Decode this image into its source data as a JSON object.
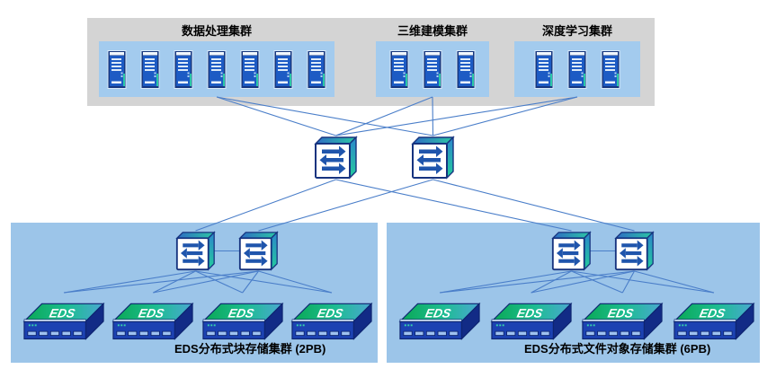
{
  "diagram": {
    "line_color": "#4a7ec9",
    "colors": {
      "top_bar_bg": "#d4d4d4",
      "cluster_box_bg": "#a3cbee",
      "panel_bg": "#9cc5e9",
      "switch_arrow": "#1f55ac",
      "teal_accent": "#2ac7a6",
      "server_blue": "#1d5bc4",
      "eds_green": "#0aa854",
      "eds_front_blue": "#1c42b2",
      "label_text": "#000000"
    }
  },
  "compute_bar": {
    "clusters": [
      {
        "id": "cluster-1",
        "label": "数据处理集群",
        "server_count": 7
      },
      {
        "id": "cluster-2",
        "label": "三维建模集群",
        "server_count": 3
      },
      {
        "id": "cluster-3",
        "label": "深度学习集群",
        "server_count": 3
      }
    ]
  },
  "core_switches": [
    {
      "id": "core-1"
    },
    {
      "id": "core-2"
    }
  ],
  "storage_panels": [
    {
      "id": "panel-left",
      "label": "EDS分布式块存储集群 (2PB)",
      "tor_switches": [
        "tor-l1",
        "tor-l2"
      ],
      "devices": [
        {
          "id": "eds-l1",
          "label": "EDS"
        },
        {
          "id": "eds-l2",
          "label": "EDS"
        },
        {
          "id": "eds-l3",
          "label": "EDS"
        },
        {
          "id": "eds-l4",
          "label": "EDS"
        }
      ]
    },
    {
      "id": "panel-right",
      "label": "EDS分布式文件对象存储集群 (6PB)",
      "tor_switches": [
        "tor-r1",
        "tor-r2"
      ],
      "devices": [
        {
          "id": "eds-r1",
          "label": "EDS"
        },
        {
          "id": "eds-r2",
          "label": "EDS"
        },
        {
          "id": "eds-r3",
          "label": "EDS"
        },
        {
          "id": "eds-r4",
          "label": "EDS"
        }
      ]
    }
  ],
  "connections": [
    {
      "from": "cluster-1",
      "fa": "bottom",
      "to": "core-1",
      "ta": "top"
    },
    {
      "from": "cluster-1",
      "fa": "bottom",
      "to": "core-2",
      "ta": "top"
    },
    {
      "from": "cluster-2",
      "fa": "bottom",
      "to": "core-1",
      "ta": "top"
    },
    {
      "from": "cluster-2",
      "fa": "bottom",
      "to": "core-2",
      "ta": "top"
    },
    {
      "from": "cluster-3",
      "fa": "bottom",
      "to": "core-1",
      "ta": "top"
    },
    {
      "from": "cluster-3",
      "fa": "bottom",
      "to": "core-2",
      "ta": "top"
    },
    {
      "from": "core-1",
      "fa": "bottom",
      "to": "tor-l1",
      "ta": "top"
    },
    {
      "from": "core-2",
      "fa": "bottom",
      "to": "tor-l2",
      "ta": "top"
    },
    {
      "from": "core-1",
      "fa": "bottom",
      "to": "tor-r1",
      "ta": "top"
    },
    {
      "from": "core-2",
      "fa": "bottom",
      "to": "tor-r2",
      "ta": "top"
    },
    {
      "from": "tor-l1",
      "fa": "center",
      "to": "tor-l2",
      "ta": "center"
    },
    {
      "from": "tor-r1",
      "fa": "center",
      "to": "tor-r2",
      "ta": "center"
    },
    {
      "from": "tor-l1",
      "fa": "bottom",
      "to": "eds-l1",
      "ta": "top"
    },
    {
      "from": "tor-l1",
      "fa": "bottom",
      "to": "eds-l2",
      "ta": "top"
    },
    {
      "from": "tor-l1",
      "fa": "bottom",
      "to": "eds-l3",
      "ta": "top"
    },
    {
      "from": "tor-l1",
      "fa": "bottom",
      "to": "eds-l4",
      "ta": "top"
    },
    {
      "from": "tor-l2",
      "fa": "bottom",
      "to": "eds-l1",
      "ta": "top"
    },
    {
      "from": "tor-l2",
      "fa": "bottom",
      "to": "eds-l2",
      "ta": "top"
    },
    {
      "from": "tor-l2",
      "fa": "bottom",
      "to": "eds-l3",
      "ta": "top"
    },
    {
      "from": "tor-l2",
      "fa": "bottom",
      "to": "eds-l4",
      "ta": "top"
    },
    {
      "from": "tor-r1",
      "fa": "bottom",
      "to": "eds-r1",
      "ta": "top"
    },
    {
      "from": "tor-r1",
      "fa": "bottom",
      "to": "eds-r2",
      "ta": "top"
    },
    {
      "from": "tor-r1",
      "fa": "bottom",
      "to": "eds-r3",
      "ta": "top"
    },
    {
      "from": "tor-r1",
      "fa": "bottom",
      "to": "eds-r4",
      "ta": "top"
    },
    {
      "from": "tor-r2",
      "fa": "bottom",
      "to": "eds-r1",
      "ta": "top"
    },
    {
      "from": "tor-r2",
      "fa": "bottom",
      "to": "eds-r2",
      "ta": "top"
    },
    {
      "from": "tor-r2",
      "fa": "bottom",
      "to": "eds-r3",
      "ta": "top"
    },
    {
      "from": "tor-r2",
      "fa": "bottom",
      "to": "eds-r4",
      "ta": "top"
    }
  ]
}
